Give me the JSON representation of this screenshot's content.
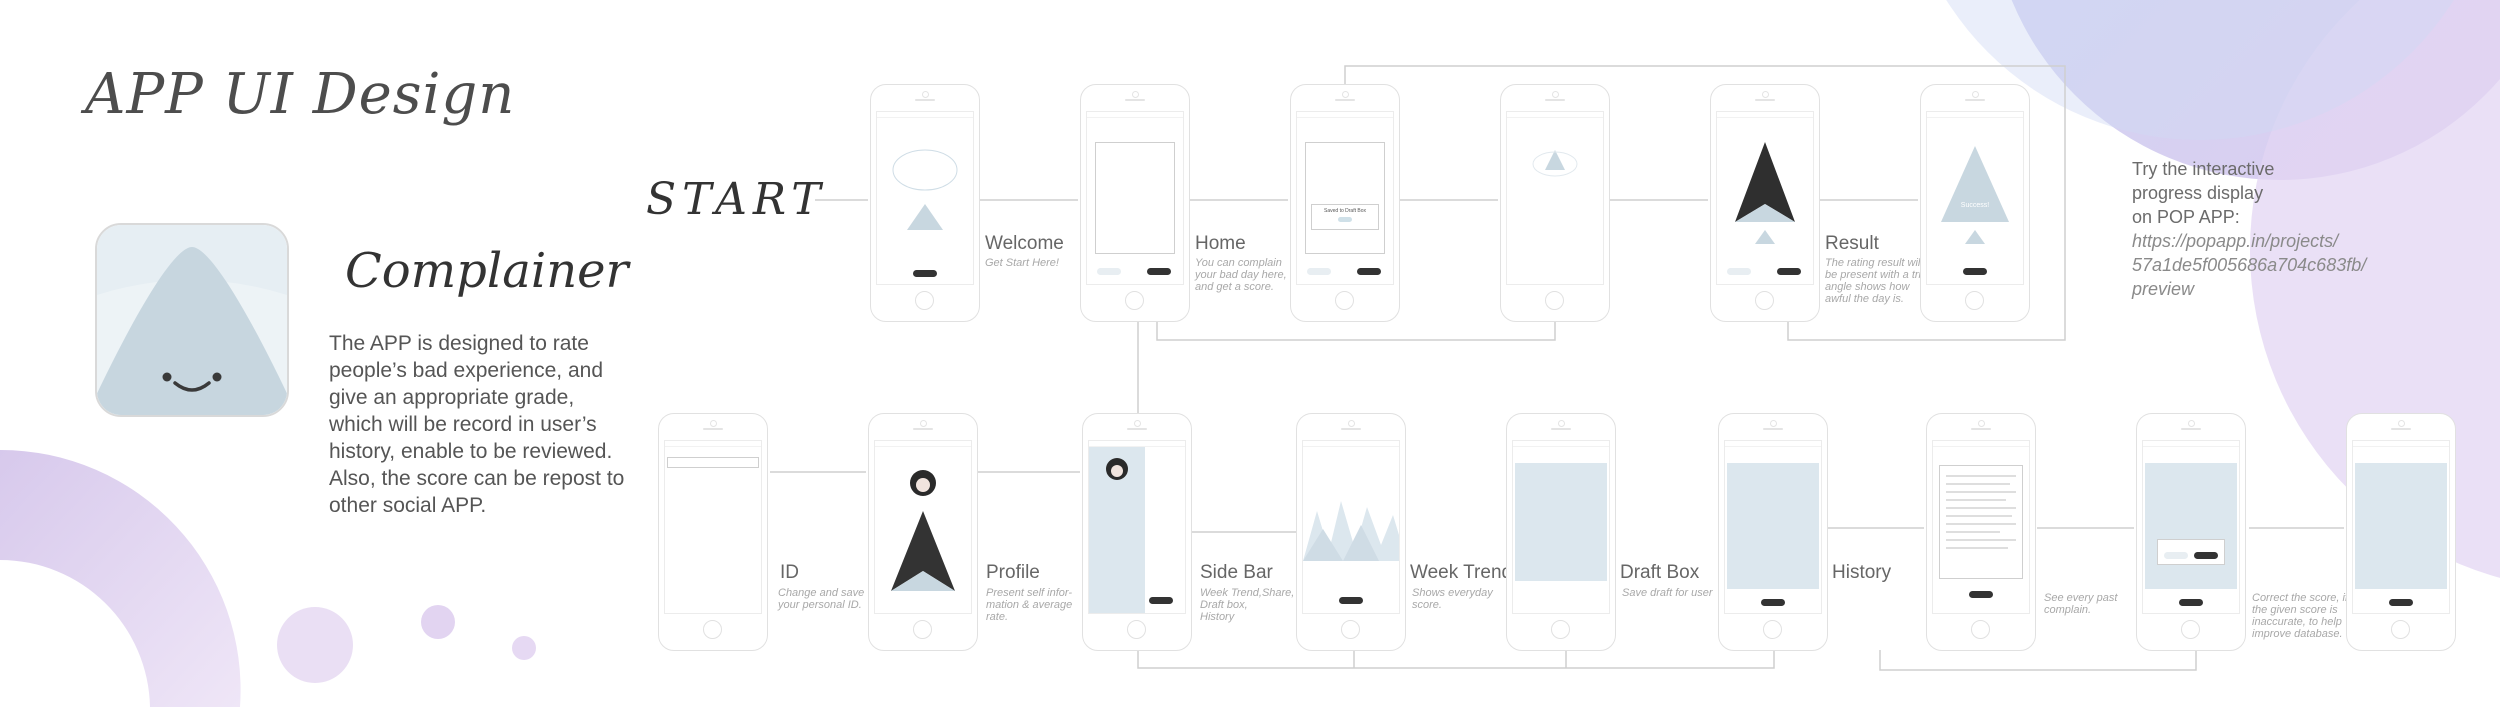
{
  "page": {
    "title": "APP UI Design",
    "app_name": "Complainer",
    "description": "The APP is designed to rate people’s bad experience, and give an appropriate grade, which will be record in user’s history, enable to be reviewed. Also, the score can be repost to other social APP.",
    "start_label": "START",
    "side_note": {
      "intro": [
        "Try the interactive",
        "progress display",
        "on POP APP:"
      ],
      "link": [
        "https://popapp.in/projects/",
        "57a1de5f005686a704c683fb/",
        "preview"
      ]
    }
  },
  "screens": [
    {
      "id": "welcome",
      "label": "Welcome",
      "caption": [
        "Get Start Here!"
      ]
    },
    {
      "id": "home",
      "label": "Home",
      "caption": [
        "You can complain",
        "your bad day here,",
        "and get a score."
      ]
    },
    {
      "id": "draft-popup",
      "label": "",
      "caption": [],
      "popup_text": "Saved to Draft Box"
    },
    {
      "id": "loading",
      "label": "",
      "caption": []
    },
    {
      "id": "result",
      "label": "Result",
      "caption": [
        "The rating result will",
        "be present with a tri-",
        "angle shows how",
        "awful the day is."
      ]
    },
    {
      "id": "result-success",
      "label": "",
      "caption": [],
      "badge": "Success!"
    },
    {
      "id": "id",
      "label": "ID",
      "caption": [
        "Change and save",
        "your personal ID."
      ]
    },
    {
      "id": "profile",
      "label": "Profile",
      "caption": [
        "Present self infor-",
        "mation & average",
        "rate."
      ]
    },
    {
      "id": "sidebar",
      "label": "Side Bar",
      "caption": [
        "Week Trend,Share,",
        "Draft box,",
        "History"
      ]
    },
    {
      "id": "week-trend",
      "label": "Week Trend",
      "caption": [
        "Shows everyday",
        "score."
      ]
    },
    {
      "id": "draft-box",
      "label": "Draft Box",
      "caption": [
        "Save draft for user"
      ]
    },
    {
      "id": "history",
      "label": "History",
      "caption": []
    },
    {
      "id": "history-detail",
      "label": "",
      "caption": [
        "See every past",
        "complain."
      ]
    },
    {
      "id": "history-edit",
      "label": "",
      "caption": [
        "Correct the score, if",
        "the given score is",
        "inaccurate, to help",
        "improve database."
      ]
    },
    {
      "id": "history-updated",
      "label": "",
      "caption": []
    }
  ],
  "colors": {
    "accent": "#c8d7e0",
    "lavender": "#cdb8e6",
    "ink": "#333333"
  }
}
